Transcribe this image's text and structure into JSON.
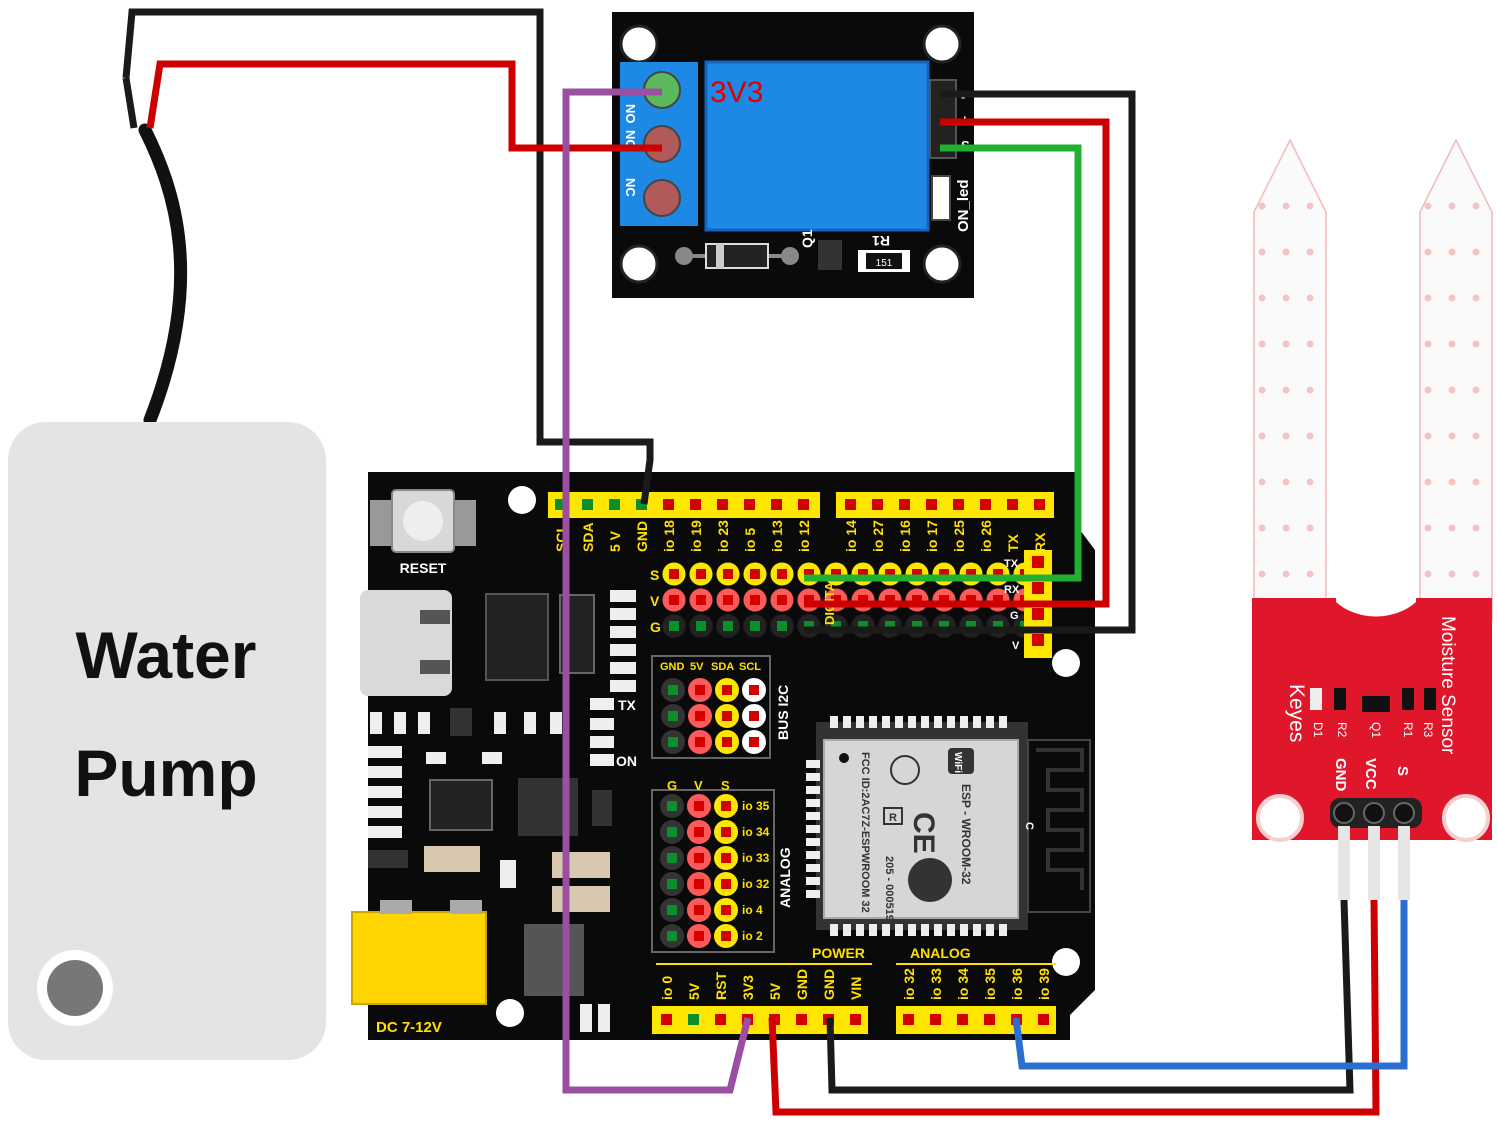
{
  "pump": {
    "label_line1": "Water",
    "label_line2": "Pump"
  },
  "relay": {
    "voltage_label": "3V3",
    "terminal_labels": [
      "NO",
      "NO",
      "NC"
    ],
    "pin_labels": [
      "-",
      "+",
      "S"
    ],
    "led_label": "ON_led",
    "q_label": "Q1",
    "r_label": "R1",
    "resistor_code": "151"
  },
  "board": {
    "reset_label": "RESET",
    "dc_label": "DC 7-12V",
    "tx_label": "TX",
    "on_label": "ON",
    "top_left_pins": [
      "SCL",
      "SDA",
      "5 V",
      "GND",
      "io 18",
      "io 19",
      "io 23",
      "io 5",
      "io 13",
      "io 12"
    ],
    "top_right_pins": [
      "io 14",
      "io 27",
      "io 16",
      "io 17",
      "io 25",
      "io 26",
      "TX",
      "RX"
    ],
    "svg_row_labels": [
      "S",
      "V",
      "G"
    ],
    "digital_label": "DIGITAL",
    "uart_labels": [
      "TX",
      "RX",
      "G",
      "V"
    ],
    "i2c_header": [
      "GND",
      "5V",
      "SDA",
      "SCL"
    ],
    "i2c_label": "BUS I2C",
    "analog_header": [
      "G",
      "V",
      "S"
    ],
    "analog_pins": [
      "io 35",
      "io 34",
      "io 33",
      "io 32",
      "io 4",
      "io 2"
    ],
    "analog_side_label": "ANALOG",
    "power_title": "POWER",
    "analog_title": "ANALOG",
    "bottom_left_pins": [
      "io 0",
      "5V",
      "RST",
      "3V3",
      "5V",
      "GND",
      "GND",
      "VIN"
    ],
    "bottom_right_pins": [
      "io 32",
      "io 33",
      "io 34",
      "io 35",
      "io 36",
      "io 39"
    ],
    "module": {
      "name": "ESP - WROOM-32",
      "fcc": "FCC ID:2AC7Z-ESPWROOM 32",
      "cert": "205 - 000519",
      "wifi": "WiFi",
      "ce": "CE",
      "r": "R",
      "c": "C"
    }
  },
  "sensor": {
    "title": "Moisture Sensor",
    "brand": "Keyes",
    "pins": [
      "GND",
      "VCC",
      "S"
    ],
    "components": [
      "D1",
      "R2",
      "Q1",
      "R1",
      "R3"
    ]
  },
  "colors": {
    "board": "#0a0a0a",
    "header_yellow": "#ffe600",
    "wire_black": "#1a1a1a",
    "wire_red": "#cc0000",
    "wire_green": "#22b030",
    "wire_purple": "#9b4fa0",
    "wire_blue": "#2a6fd0",
    "relay_blue": "#1e88e5",
    "sensor_red": "#e0162b"
  }
}
